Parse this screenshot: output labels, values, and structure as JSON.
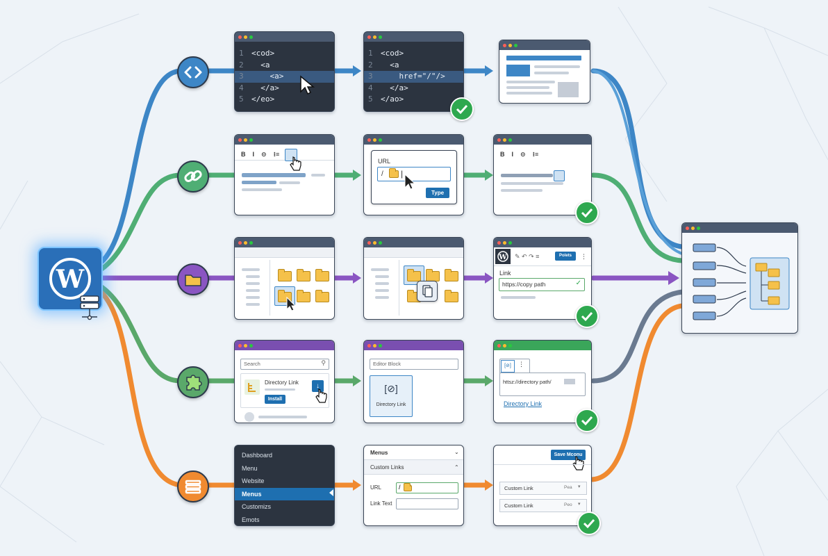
{
  "row1": {
    "code1": [
      {
        "n": "1",
        "t": "<cod>"
      },
      {
        "n": "2",
        "t": "  <a"
      },
      {
        "n": "3",
        "t": "    <a>"
      },
      {
        "n": "4",
        "t": "  </a>"
      },
      {
        "n": "5",
        "t": "</eo>"
      }
    ],
    "code2": [
      {
        "n": "1",
        "t": "<cod>"
      },
      {
        "n": "2",
        "t": "  <a"
      },
      {
        "n": "3",
        "t": "    href=\"/\"/>"
      },
      {
        "n": "4",
        "t": "  </a>"
      },
      {
        "n": "5",
        "t": "</ao>"
      }
    ]
  },
  "row2": {
    "toolbar": [
      "B",
      "I",
      "⊝",
      "⁝≡"
    ],
    "url_label": "URL",
    "url_value": "/",
    "type_button": "Type"
  },
  "row3": {
    "toolbar_publish": "Polets",
    "link_label": "Link",
    "link_value": "https://copy path"
  },
  "row4": {
    "search_placeholder": "Search",
    "plugin_name": "Directory Link",
    "install_button": "Install",
    "editor_block_placeholder": "Editor Block",
    "block_label": "Directory Link",
    "block_icon": "[⊘]",
    "url_value": "httsz://directory path/",
    "link_text": "Directory Link"
  },
  "row5": {
    "sidebar": [
      "Dashboard",
      "Menu",
      "Website",
      "Menus",
      "Customizs",
      "Emots"
    ],
    "active_index": 3,
    "panel_title": "Menus",
    "custom_links": "Custom Links",
    "url_label": "URL",
    "link_text_label": "Link Text",
    "save_button": "Save Mconu",
    "items": [
      {
        "label": "Custom Link",
        "tag": "Pea"
      },
      {
        "label": "Custom Link",
        "tag": "Peo"
      }
    ]
  },
  "colors": {
    "blue": "#3d86c6",
    "green": "#4fae74",
    "purple": "#8a55c2",
    "teal_green": "#5aa86a",
    "orange": "#f08a30",
    "wp_blue": "#2a6fb8",
    "check": "#2ea84f"
  },
  "icons": [
    "wordpress-logo-icon",
    "server-icon",
    "code-icon",
    "link-icon",
    "folder-icon",
    "puzzle-icon",
    "list-icon",
    "hand-cursor-icon",
    "arrow-cursor-icon",
    "checkmark-icon",
    "copy-icon"
  ]
}
